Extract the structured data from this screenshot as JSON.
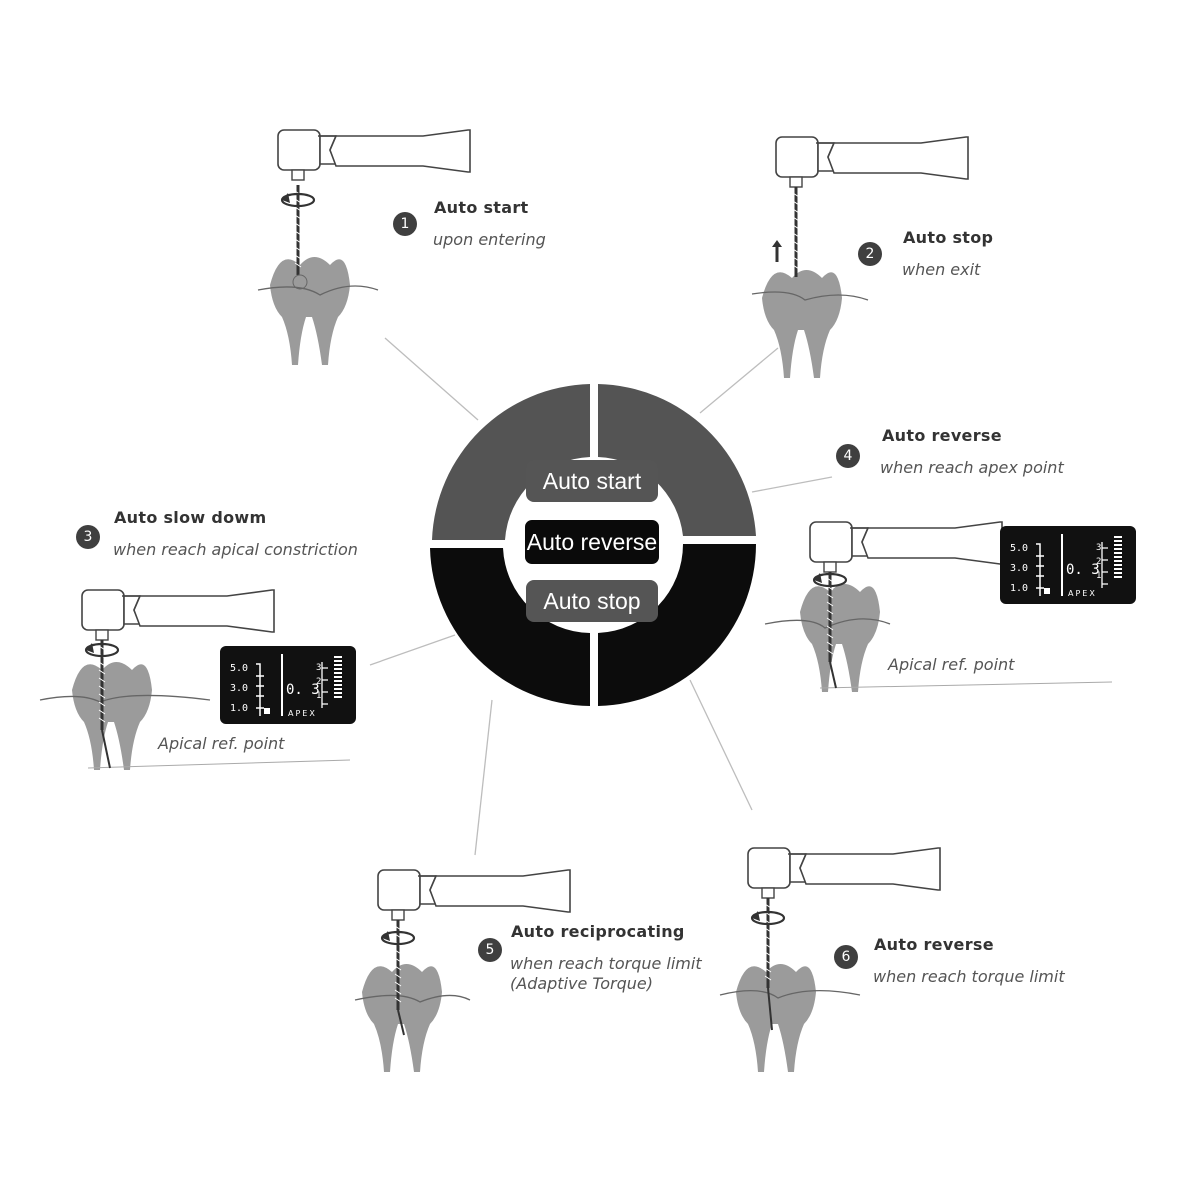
{
  "center": {
    "pills": [
      "Auto start",
      "Auto reverse",
      "Auto stop"
    ],
    "colors": {
      "top_segments": "#545454",
      "bottom_segments": "#0c0c0c"
    }
  },
  "steps": [
    {
      "number": "1",
      "title": "Auto start",
      "subtitle": "upon entering"
    },
    {
      "number": "2",
      "title": "Auto stop",
      "subtitle": "when exit"
    },
    {
      "number": "3",
      "title": "Auto slow dowm",
      "subtitle": "when reach apical constriction"
    },
    {
      "number": "4",
      "title": "Auto reverse",
      "subtitle": "when reach apex point"
    },
    {
      "number": "5",
      "title": "Auto reciprocating",
      "subtitle": "when reach torque limit",
      "subtitle2": "(Adaptive Torque)"
    },
    {
      "number": "6",
      "title": "Auto reverse",
      "subtitle": "when reach torque limit"
    }
  ],
  "display": {
    "scale_left": [
      "5.0",
      "3.0",
      "1.0"
    ],
    "reading": "0. 3",
    "scale_right": [
      "3",
      "2",
      "1"
    ],
    "apex_label": "APEX"
  },
  "apical_ref_label": "Apical ref. point"
}
